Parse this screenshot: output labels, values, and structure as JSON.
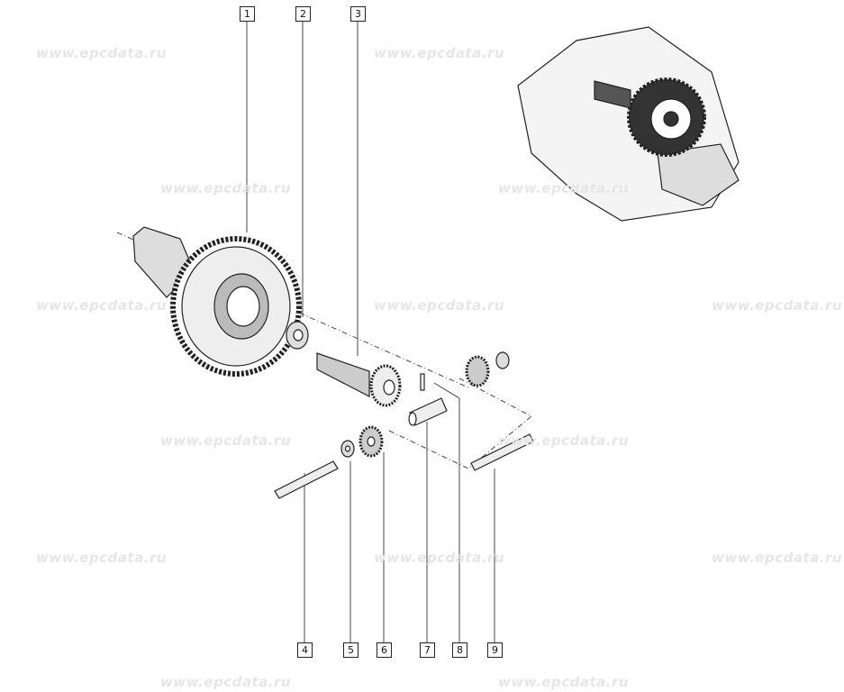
{
  "watermark": "www.epcdata.ru",
  "callouts": [
    "1",
    "2",
    "3",
    "4",
    "5",
    "6",
    "7",
    "8",
    "9"
  ]
}
